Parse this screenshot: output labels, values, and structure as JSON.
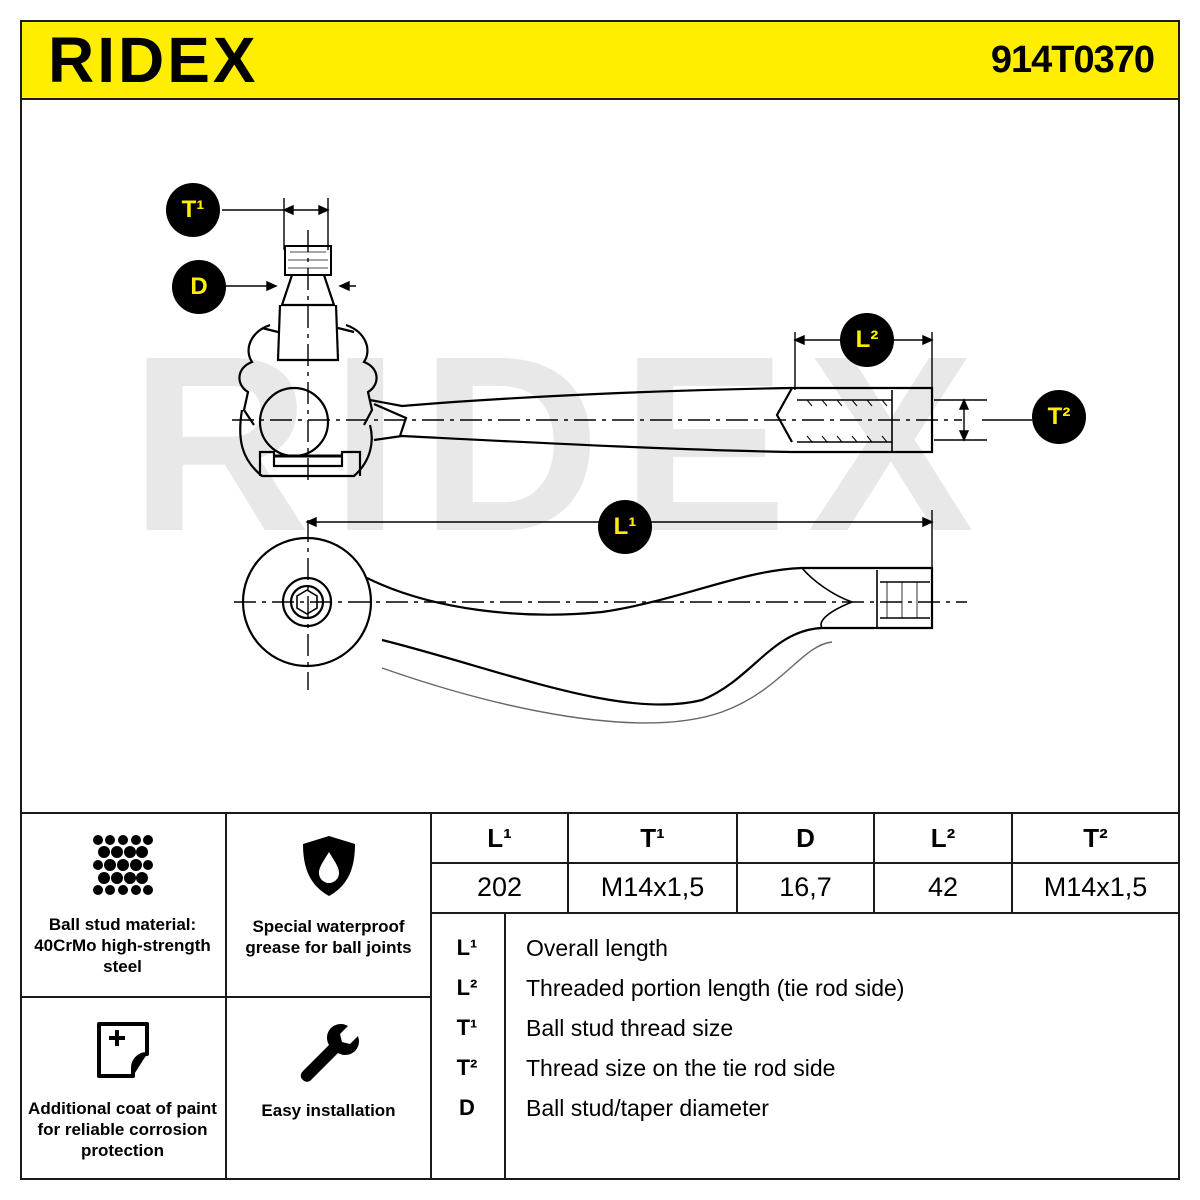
{
  "header": {
    "brand": "RIDEX",
    "part_number": "914T0370"
  },
  "colors": {
    "accent": "#ffee00",
    "ink": "#000000",
    "watermark": "#e6e6e6"
  },
  "watermark": "RIDEX",
  "callouts": {
    "t1": "T¹",
    "d": "D",
    "l2": "L²",
    "t2": "T²",
    "l1": "L¹"
  },
  "features": [
    {
      "icon": "grid-pattern-icon",
      "text": "Ball stud material: 40CrMo high-strength steel"
    },
    {
      "icon": "water-drop-shield-icon",
      "text": "Special waterproof grease for ball joints"
    },
    {
      "icon": "paint-plus-icon",
      "text": "Additional coat of paint for reliable corrosion protection"
    },
    {
      "icon": "wrench-icon",
      "text": "Easy installation"
    }
  ],
  "specs": {
    "headers": [
      "L¹",
      "T¹",
      "D",
      "L²",
      "T²"
    ],
    "values": [
      "202",
      "M14x1,5",
      "16,7",
      "42",
      "M14x1,5"
    ]
  },
  "legend": [
    {
      "key": "L¹",
      "desc": "Overall length"
    },
    {
      "key": "L²",
      "desc": "Threaded portion length (tie rod side)"
    },
    {
      "key": "T¹",
      "desc": "Ball stud thread size"
    },
    {
      "key": "T²",
      "desc": "Thread size on the tie rod side"
    },
    {
      "key": "D",
      "desc": "Ball stud/taper diameter"
    }
  ]
}
